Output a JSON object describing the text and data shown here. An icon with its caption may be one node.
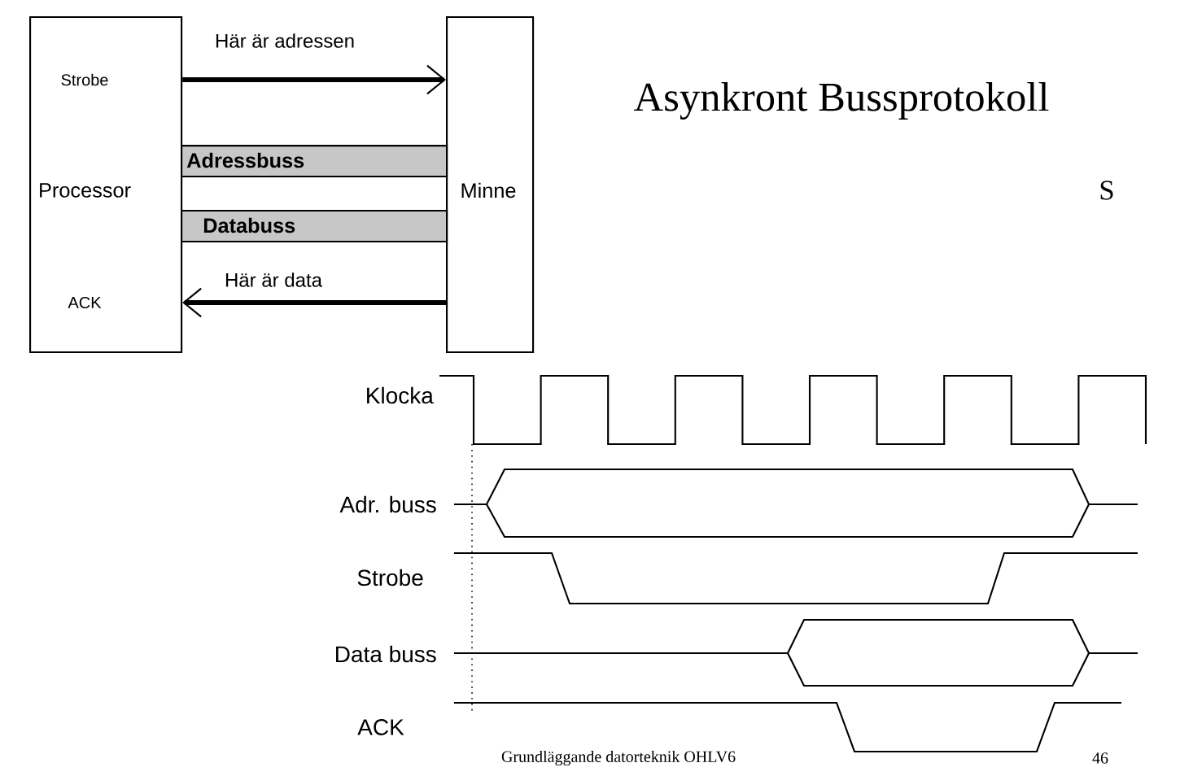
{
  "diagram": {
    "title": "Asynkront Bussprotokoll",
    "nodes": [
      {
        "text": [
          "Strobe",
          "Processor",
          "ACK"
        ]
      },
      {
        "text": [
          "Minne"
        ]
      },
      {
        "text": [
          "Adressbuss"
        ]
      },
      {
        "text": [
          "Databuss"
        ]
      }
    ],
    "edges": [
      {
        "from": 0,
        "to": 1,
        "arrow": "to",
        "label": "Här är adressen"
      },
      {
        "from": 1,
        "to": 0,
        "arrow": "to",
        "label": "Här är data"
      }
    ],
    "labels": [
      "S",
      "Klocka",
      "Adr. buss",
      "Strobe",
      "Data buss",
      "ACK",
      "Grundläggande datorteknik OHLV6",
      "46"
    ]
  }
}
